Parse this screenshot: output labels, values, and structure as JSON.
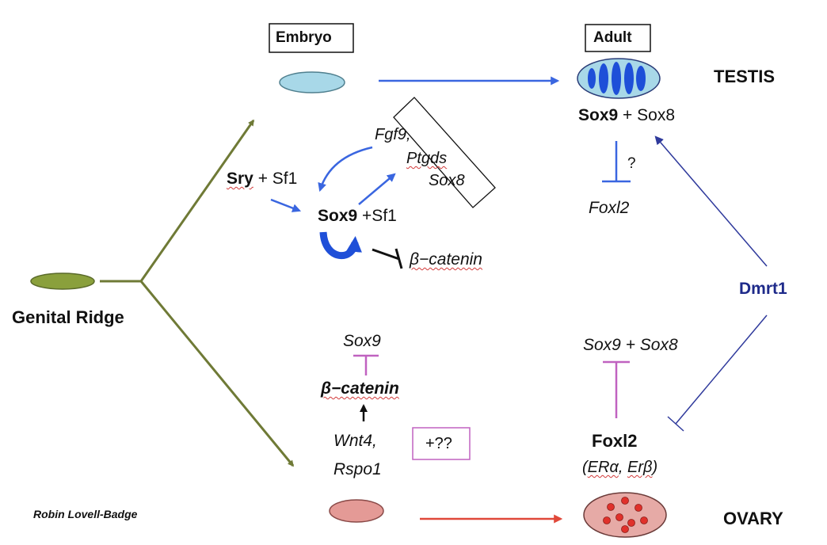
{
  "labels": {
    "embryo": "Embryo",
    "adult": "Adult",
    "testis": "TESTIS",
    "ovary": "OVARY",
    "genital_ridge": "Genital Ridge",
    "credit": "Robin Lovell-Badge",
    "sox9_m": "Sox9",
    "plus_sox8_m": "+ Sox8",
    "question": "?",
    "foxl2_m": "Foxl2",
    "dmrt1": "Dmrt1",
    "fgf9": "Fgf9,",
    "ptgds": "Ptgds",
    "sox8_box": "Sox8",
    "sry": "Sry",
    "plus_sf1": "+ Sf1",
    "sox9_e": "Sox9",
    "plus_sf1_e": "+Sf1",
    "beta_catenin_m": "β−catenin",
    "sox9_f": "Sox9",
    "beta_catenin_f": "β−catenin",
    "wnt4": "Wnt4,",
    "rspo1": "Rspo1",
    "plus_qq": "+??",
    "sox9_sox8_f": "Sox9 + Sox8",
    "foxl2_f": "Foxl2",
    "er_open": "(",
    "er_alpha": "ERα",
    "er_sep": ", ",
    "er_beta": "Erβ",
    "er_close": ")"
  },
  "colors": {
    "olive_arrow": "#6f7a36",
    "blue_arrow": "#3a66e0",
    "navy_arrow": "#2f3a9c",
    "red_arrow": "#e0483a",
    "magenta_bar": "#c062c0",
    "dmrt1_text": "#1e2a8a",
    "genital_ridge_fill": "#8aa03c",
    "embryo_testis_fill": "#a8d8e8",
    "adult_testis_fill": "#1e4fd8",
    "ovary_fill": "#e49a96",
    "ovary_cells": "#e0312b"
  }
}
